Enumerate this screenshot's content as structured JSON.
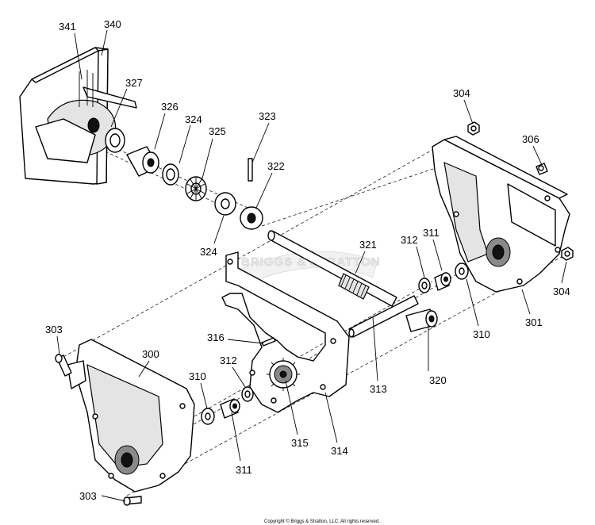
{
  "diagram": {
    "watermark": "BRIGGS & STRATTON",
    "copyright": "Copyright © Briggs & Stratton, LLC. All rights reserved.",
    "callouts": {
      "c341": "341",
      "c340": "340",
      "c327": "327",
      "c326": "326",
      "c324a": "324",
      "c325": "325",
      "c323": "323",
      "c322": "322",
      "c324b": "324",
      "c304a": "304",
      "c306": "306",
      "c312a": "312",
      "c311a": "311",
      "c321": "321",
      "c304b": "304",
      "c310a": "310",
      "c301": "301",
      "c303a": "303",
      "c300": "300",
      "c316": "316",
      "c312b": "312",
      "c310b": "310",
      "c313": "313",
      "c320": "320",
      "c315": "315",
      "c314": "314",
      "c311b": "311",
      "c303b": "303"
    }
  }
}
